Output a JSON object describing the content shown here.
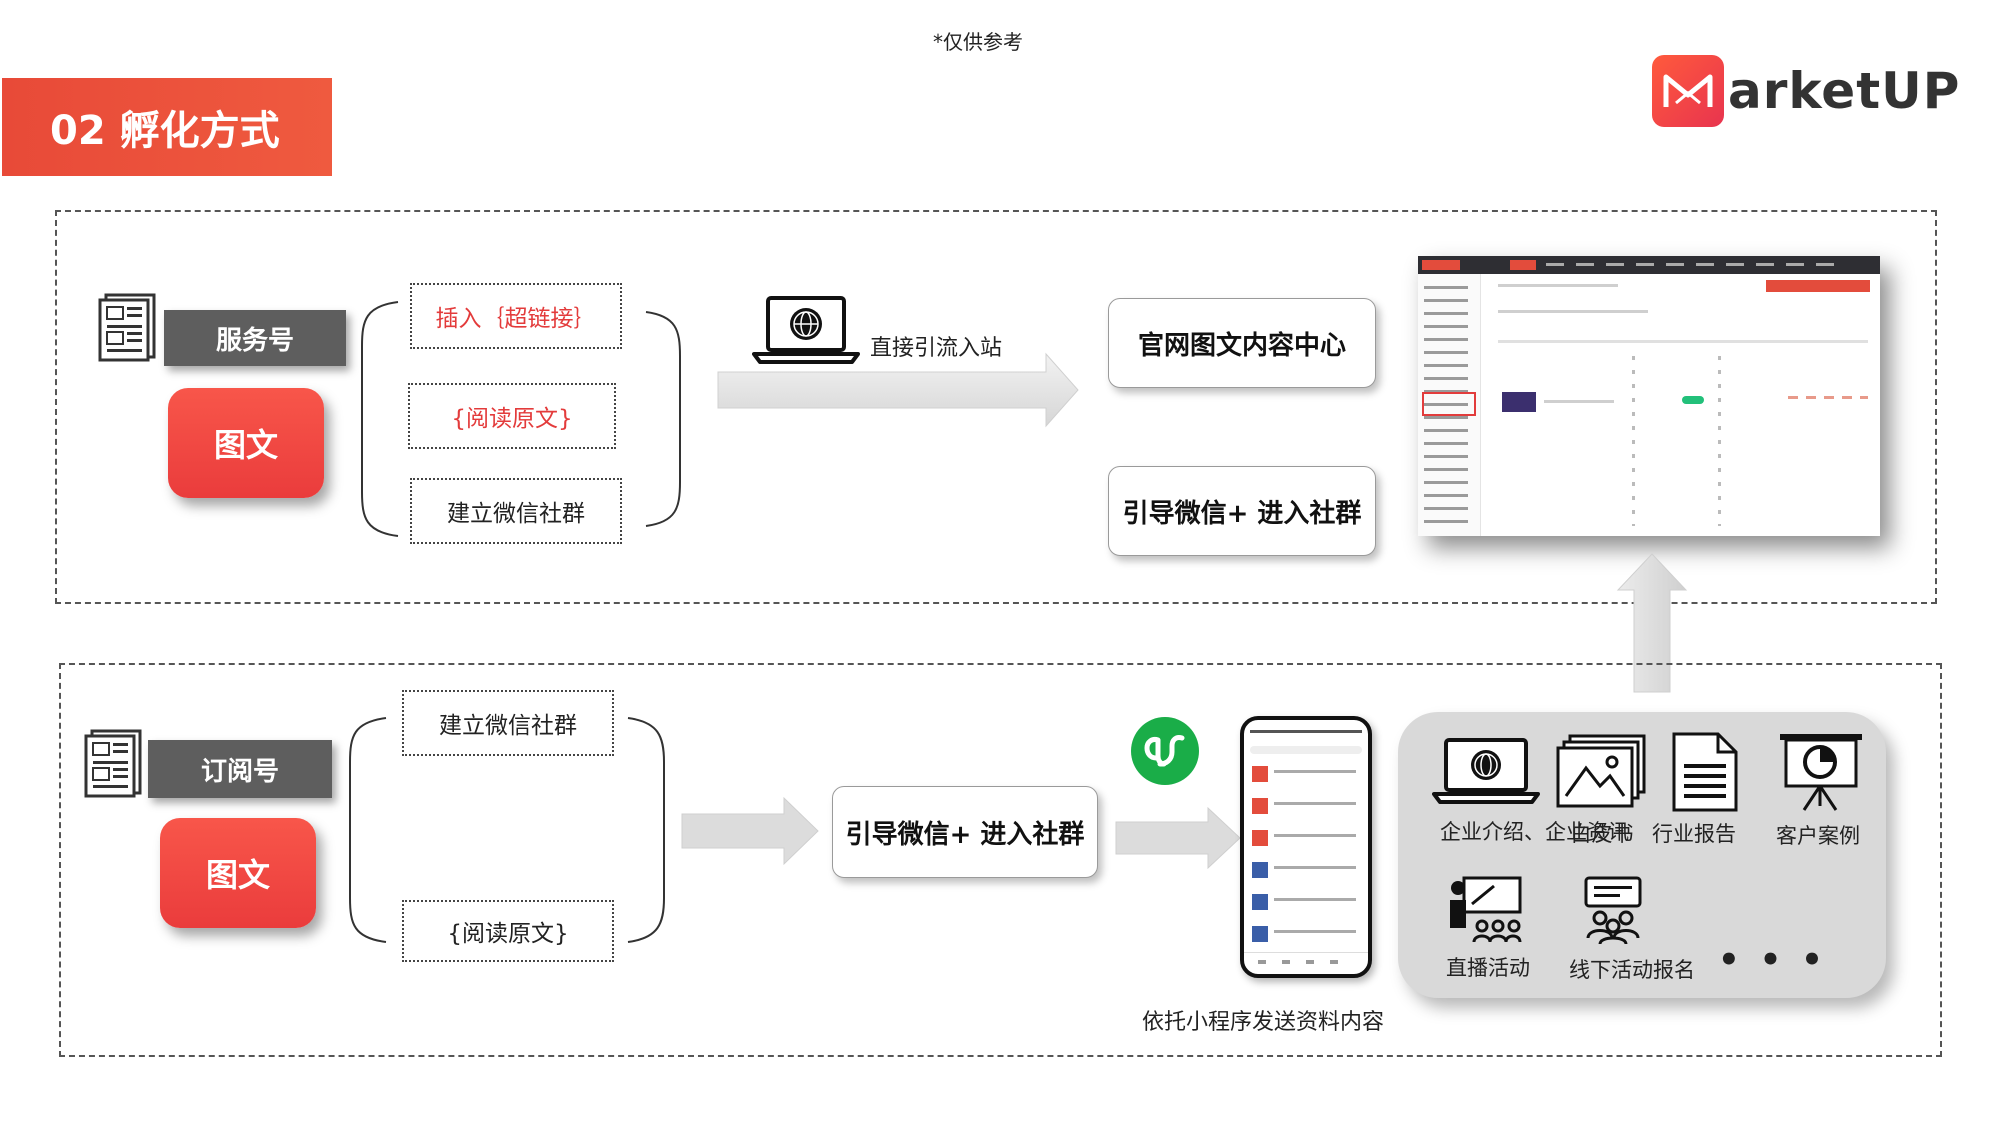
{
  "header": {
    "note": "*仅供参考",
    "section_tag": "02 孵化方式",
    "brand": "arketUP"
  },
  "top_flow": {
    "account_label": "服务号",
    "content_type": "图文",
    "options": [
      "插入｛超链接｝",
      "{阅读原文}",
      "建立微信社群"
    ],
    "arrow_label": "直接引流入站",
    "destinations": [
      "官网图文内容中心",
      "引导微信+ 进入社群"
    ]
  },
  "bottom_flow": {
    "account_label": "订阅号",
    "content_type": "图文",
    "options": [
      "建立微信社群",
      "{阅读原文}"
    ],
    "destination": "引导微信+ 进入社群",
    "caption": "依托小程序发送资料内容"
  },
  "resources": {
    "items": [
      "企业介绍、企业资讯",
      "白皮书",
      "行业报告",
      "客户案例",
      "直播活动",
      "线下活动报名"
    ],
    "more": "• • •"
  },
  "icons": [
    "newspaper-icon",
    "laptop-globe-icon",
    "mini-program-icon",
    "phone-icon",
    "whitepaper-icon",
    "report-icon",
    "case-study-icon",
    "livestream-icon",
    "offline-event-icon"
  ],
  "colors": {
    "accent": "#e84a38",
    "pill": "#f04848",
    "label_gray": "#5e5e5e",
    "mini_program_green": "#1aad48",
    "panel_gray": "#d9d9d9"
  }
}
